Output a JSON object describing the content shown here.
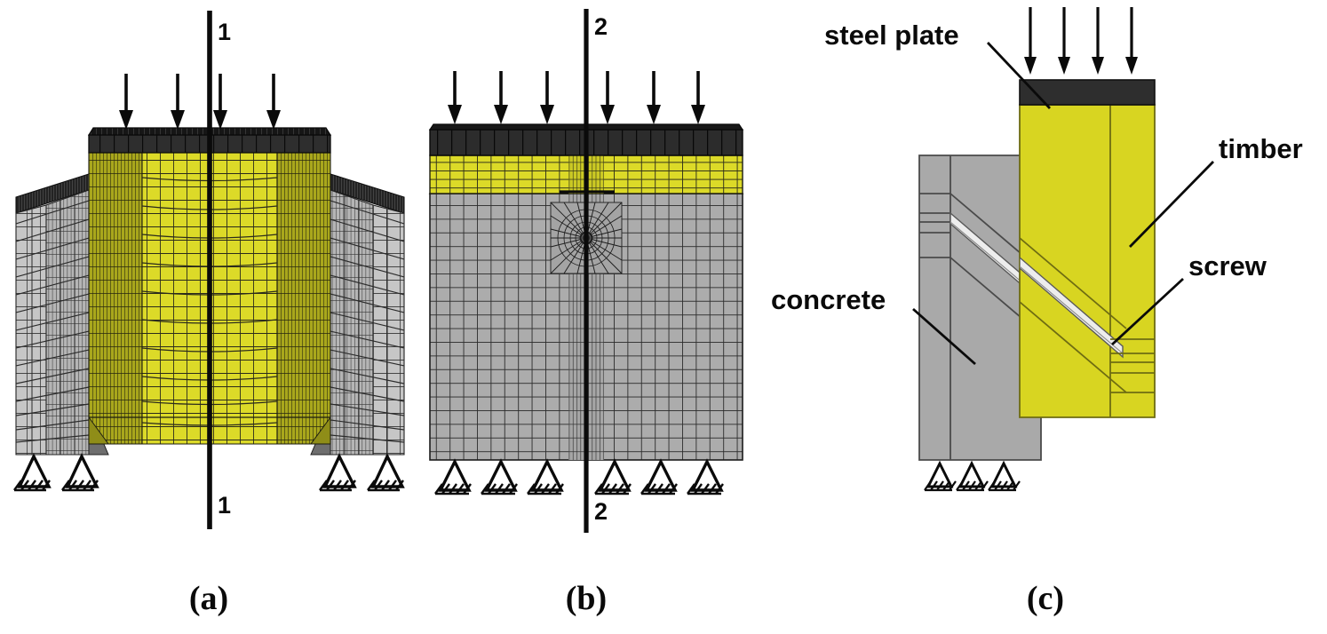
{
  "figure": {
    "type": "finite-element-model-diagram",
    "background": "#ffffff",
    "panels": [
      {
        "id": "a",
        "caption": "(a)",
        "section_line_label": "1",
        "description": "Front view of FE mesh: timber block between two concrete blocks, loaded through steel plate",
        "load_arrow_count": 4,
        "support_count": 4
      },
      {
        "id": "b",
        "caption": "(b)",
        "section_line_label": "2",
        "description": "Section view of FE mesh: steel plate over timber layer over concrete with refined radial mesh at screw hole",
        "load_arrow_count": 6,
        "support_count": 6
      },
      {
        "id": "c",
        "caption": "(c)",
        "description": "Schematic of the connection components",
        "load_arrow_count": 4,
        "support_count": 3,
        "labels": [
          {
            "key": "steel_plate",
            "text": "steel plate"
          },
          {
            "key": "timber",
            "text": "timber"
          },
          {
            "key": "screw",
            "text": "screw"
          },
          {
            "key": "concrete",
            "text": "concrete"
          }
        ]
      }
    ],
    "colors": {
      "timber_yellow": "#D8D521",
      "timber_yellow_shaded": "#A9A71A",
      "timber_yellow_light": "#E2E02E",
      "concrete_gray": "#A9A9A9",
      "concrete_gray_light": "#C3C3C3",
      "concrete_gray_dark": "#9A9A9A",
      "steel_plate_dark": "#2E2E2E",
      "steel_plate_darker": "#1E1E1E",
      "screw_steel": "#EDEDED",
      "outline": "#1A1A1A",
      "mesh_line": "#2A2A2A",
      "background": "#FFFFFF"
    }
  }
}
